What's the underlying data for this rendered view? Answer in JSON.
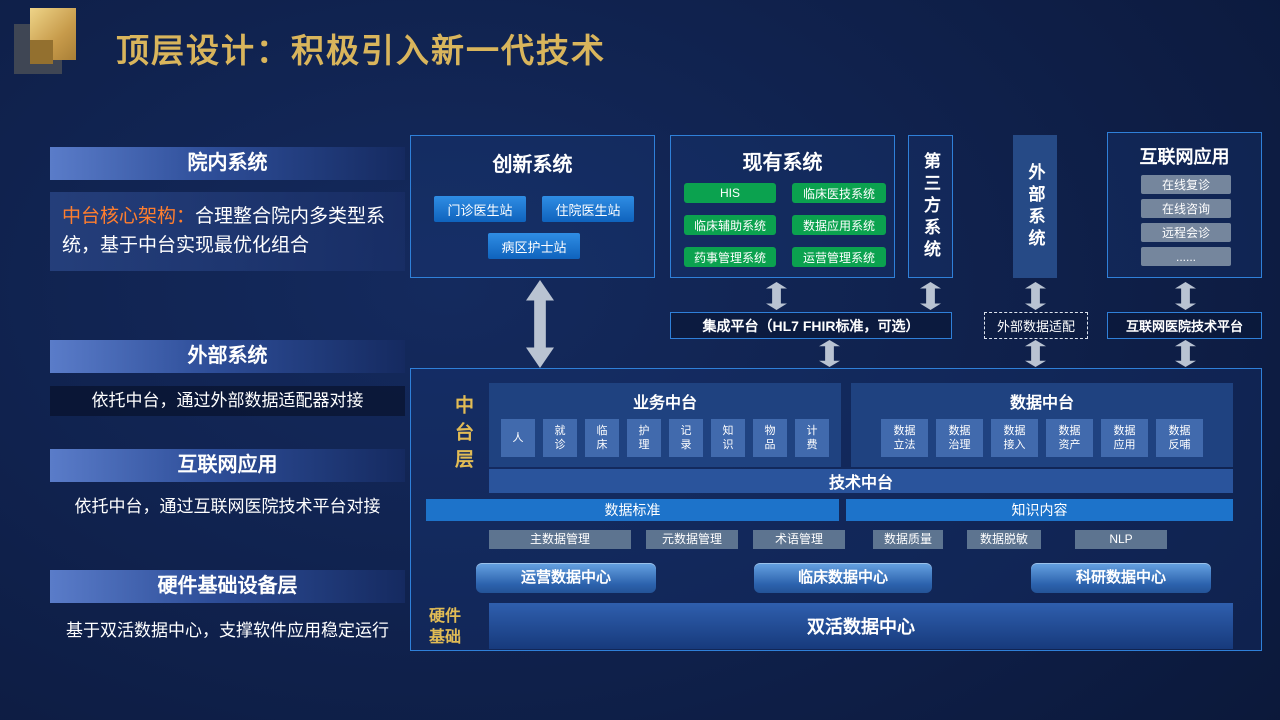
{
  "title": "顶层设计：积极引入新一代技术",
  "colors": {
    "title_gold": "#d9b55c",
    "highlight_orange": "#ff7e2e",
    "node_green": "#0ba24f",
    "node_blue": "#1373cf",
    "border_blue": "#2f80d9",
    "arrow_gray": "#b9c3d2",
    "layer_label_gold": "#e2bc55"
  },
  "sidebar": {
    "sections": [
      {
        "header": "院内系统",
        "highlight": "中台核心架构：",
        "body": "合理整合院内多类型系统，基于中台实现最优化组合"
      },
      {
        "header": "外部系统",
        "body": "依托中台，通过外部数据适配器对接"
      },
      {
        "header": "互联网应用",
        "body": "依托中台，通过互联网医院技术平台对接"
      },
      {
        "header": "硬件基础设备层",
        "body": "基于双活数据中心，支撑软件应用稳定运行"
      }
    ]
  },
  "diagram": {
    "innovation": {
      "title": "创新系统",
      "items": [
        "门诊医生站",
        "住院医生站",
        "病区护士站"
      ]
    },
    "existing": {
      "title": "现有系统",
      "items": [
        "HIS",
        "临床医技系统",
        "临床辅助系统",
        "数据应用系统",
        "药事管理系统",
        "运营管理系统"
      ]
    },
    "third_party": {
      "title": "第三方系统"
    },
    "external": {
      "title": "外部系统"
    },
    "internet": {
      "title": "互联网应用",
      "items": [
        "在线复诊",
        "在线咨询",
        "远程会诊",
        "......"
      ]
    },
    "middleware": {
      "integration": "集成平台（HL7 FHIR标准，可选）",
      "adapter": "外部数据适配",
      "internet_platform": "互联网医院技术平台"
    },
    "platform": {
      "layer_label": "中台层",
      "business": {
        "title": "业务中台",
        "items": [
          "人",
          "就诊",
          "临床",
          "护理",
          "记录",
          "知识",
          "物品",
          "计费"
        ]
      },
      "data": {
        "title": "数据中台",
        "items": [
          "数据立法",
          "数据治理",
          "数据接入",
          "数据资产",
          "数据应用",
          "数据反哺"
        ]
      },
      "tech": "技术中台",
      "standard": "数据标准",
      "knowledge": "知识内容",
      "tools": [
        "主数据管理",
        "元数据管理",
        "术语管理",
        "数据质量",
        "数据脱敏",
        "NLP"
      ],
      "centers": [
        "运营数据中心",
        "临床数据中心",
        "科研数据中心"
      ],
      "hardware_label": "硬件基础",
      "hardware": "双活数据中心"
    }
  }
}
